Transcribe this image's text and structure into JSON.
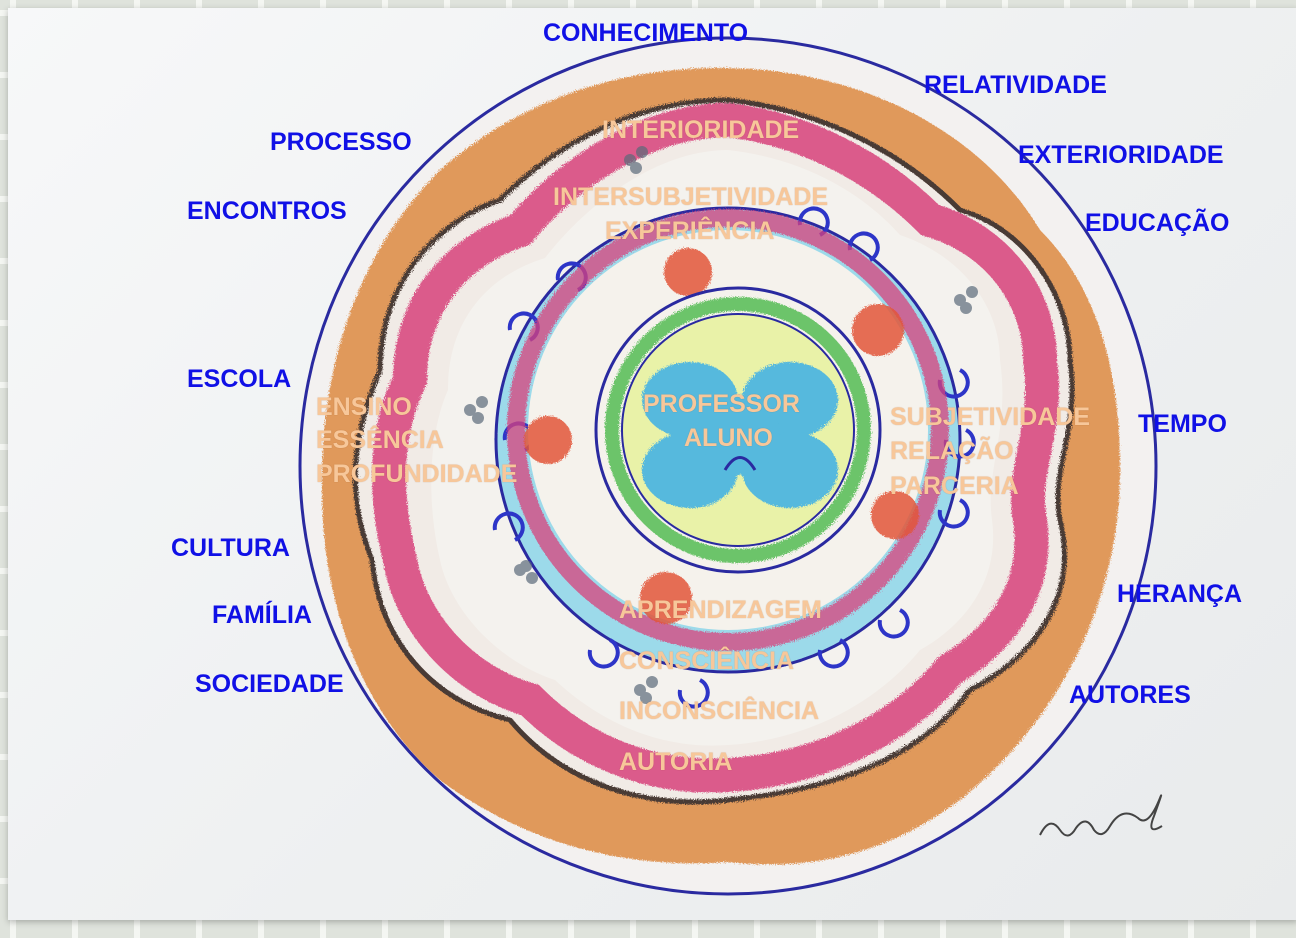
{
  "colors": {
    "outer_label": "#1010e6",
    "inner_label": "#f7c79a",
    "ring_line": "#2a2aa0",
    "orange_band": "#d9843c",
    "pink_band": "#d7427a",
    "cyan_band": "#7fd0e8",
    "green_ring": "#6cc46a",
    "yellow_core": "#e8f0a0",
    "blue_flower": "#4fb6e0"
  },
  "outer_words": {
    "conhecimento": "CONHECIMENTO",
    "relatividade": "RELATIVIDADE",
    "processo": "PROCESSO",
    "exterioridade": "EXTERIORIDADE",
    "encontros": "ENCONTROS",
    "educacao": "EDUCAÇÃO",
    "escola": "ESCOLA",
    "tempo": "TEMPO",
    "cultura": "CULTURA",
    "heranca": "HERANÇA",
    "familia": "FAMÍLIA",
    "sociedade": "SOCIEDADE",
    "autores": "AUTORES"
  },
  "inner_words": {
    "interioridade": "INTERIORIDADE",
    "intersubjetividade": "INTERSUBJETIVIDADE",
    "experiencia": "EXPERIÊNCIA",
    "professor": "PROFESSOR",
    "aluno": "ALUNO",
    "ensino": "ENSINO",
    "essencia": "ESSÊNCIA",
    "profundidade": "PROFUNDIDADE",
    "subjetividade": "SUBJETIVIDADE",
    "relacao": "RELAÇÃO",
    "parceria": "PARCERIA",
    "aprendizagem": "APRENDIZAGEM",
    "consciencia": "CONSCIÊNCIA",
    "inconsciencia": "INCONSCIÊNCIA",
    "autoria": "AUTORIA"
  },
  "signature": "Carvalho"
}
